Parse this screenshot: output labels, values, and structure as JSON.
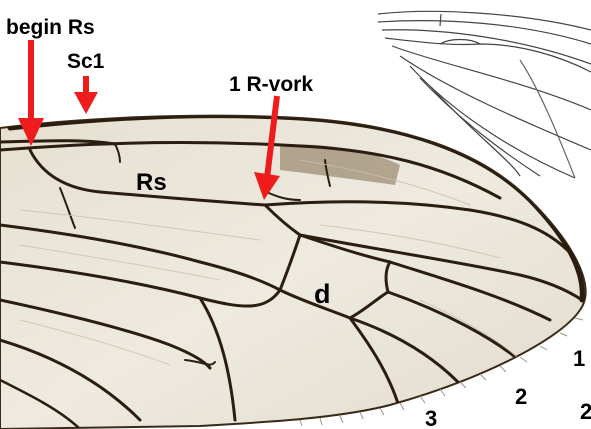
{
  "labels": {
    "begin_rs": "begin Rs",
    "sc1": "Sc1",
    "r_fork": "1 R-vork",
    "rs": "Rs",
    "d": "d",
    "n1": "1",
    "n2": "2",
    "n3": "3",
    "n2_edge": "2"
  },
  "colors": {
    "arrow": "#ee1c1c",
    "vein": "#2b1d10",
    "membrane": "#e9e4d6",
    "background": "#ffffff"
  }
}
